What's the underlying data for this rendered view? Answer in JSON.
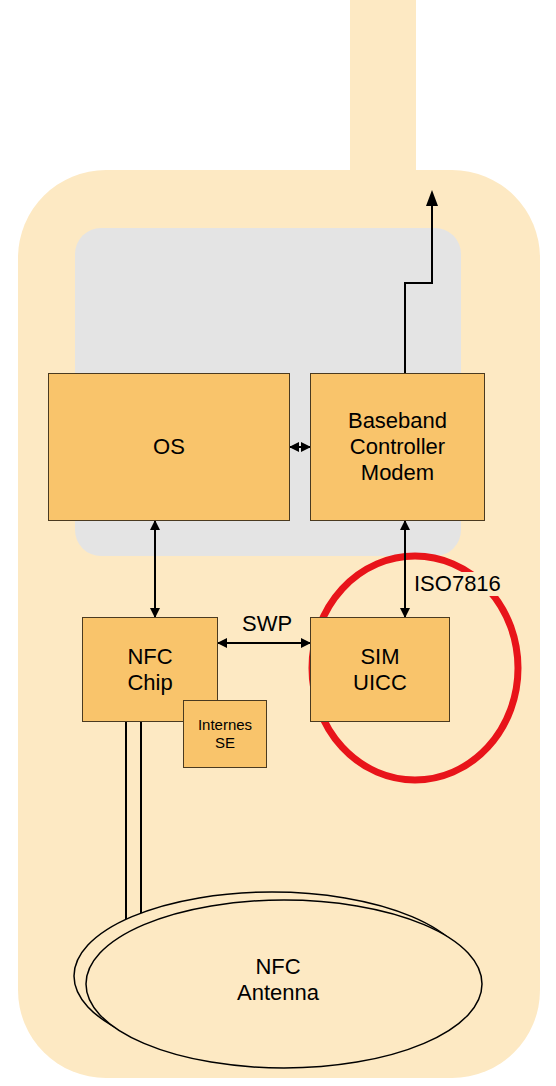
{
  "diagram": {
    "nodes": [
      {
        "text": [
          "OS"
        ]
      },
      {
        "text": [
          "Baseband Controller Modem"
        ]
      },
      {
        "text": [
          "NFC Chip"
        ]
      },
      {
        "text": [
          "SIM UICC"
        ]
      },
      {
        "text": [
          "Internes SE"
        ]
      },
      {
        "text": [
          "NFC Antenna"
        ]
      }
    ],
    "edges": [
      {
        "from": 0,
        "to": 1,
        "arrow": "both"
      },
      {
        "from": 0,
        "to": 2,
        "arrow": "both"
      },
      {
        "from": 1,
        "to": 3,
        "label": "ISO7816",
        "arrow": "both"
      },
      {
        "from": 2,
        "to": 3,
        "label": "SWP",
        "arrow": "both"
      },
      {
        "from": 2,
        "to": 5,
        "arrow": "none"
      }
    ]
  }
}
